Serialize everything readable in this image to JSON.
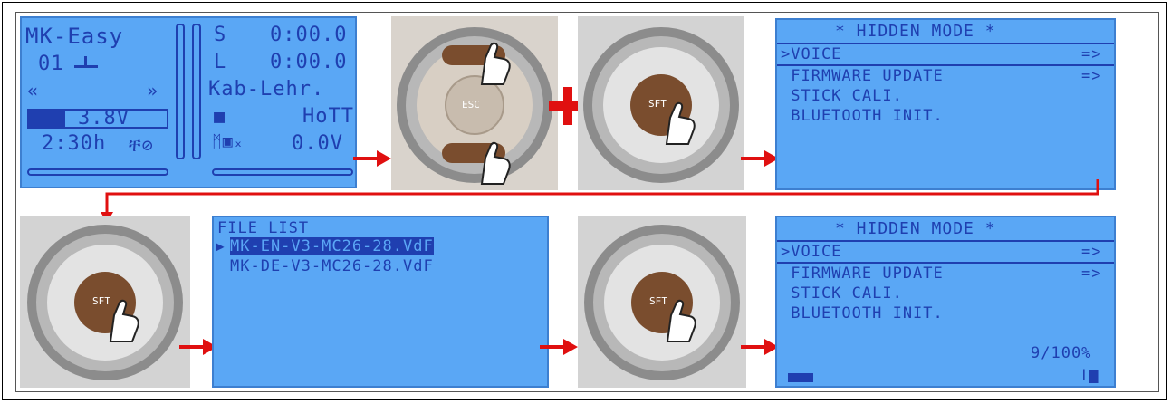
{
  "main_screen": {
    "title": "MK-Easy",
    "model_num": "01",
    "voltage": "3.8V",
    "timer": "2:30h",
    "s_timer_label": "S",
    "s_timer_value": "0:00.0",
    "l_timer_label": "L",
    "l_timer_value": "0:00.0",
    "mode": "Kab-Lehr.",
    "system": "HoTT",
    "rx_voltage": "0.0V"
  },
  "esc_pad": {
    "label": "ESC"
  },
  "sft_pad": {
    "label": "SFT"
  },
  "hidden_mode_1": {
    "title": "* HIDDEN MODE *",
    "items": [
      {
        "label": ">VOICE",
        "arrow": "=>"
      },
      {
        "label": " FIRMWARE UPDATE",
        "arrow": "=>"
      },
      {
        "label": " STICK CALI.",
        "arrow": ""
      },
      {
        "label": " BLUETOOTH INIT.",
        "arrow": ""
      }
    ]
  },
  "file_list": {
    "title": "FILE LIST",
    "files": [
      "MK-EN-V3-MC26-28.VdF",
      "MK-DE-V3-MC26-28.VdF"
    ]
  },
  "hidden_mode_2": {
    "title": "* HIDDEN MODE *",
    "items": [
      {
        "label": ">VOICE",
        "arrow": "=>"
      },
      {
        "label": " FIRMWARE UPDATE",
        "arrow": "=>"
      },
      {
        "label": " STICK CALI.",
        "arrow": ""
      },
      {
        "label": " BLUETOOTH INIT.",
        "arrow": ""
      }
    ],
    "progress": "9/100%",
    "progress_fraction": 0.09
  },
  "colors": {
    "lcd_bg": "#5aa7f5",
    "lcd_text": "#1f3fb0",
    "arrow": "#e01010"
  }
}
